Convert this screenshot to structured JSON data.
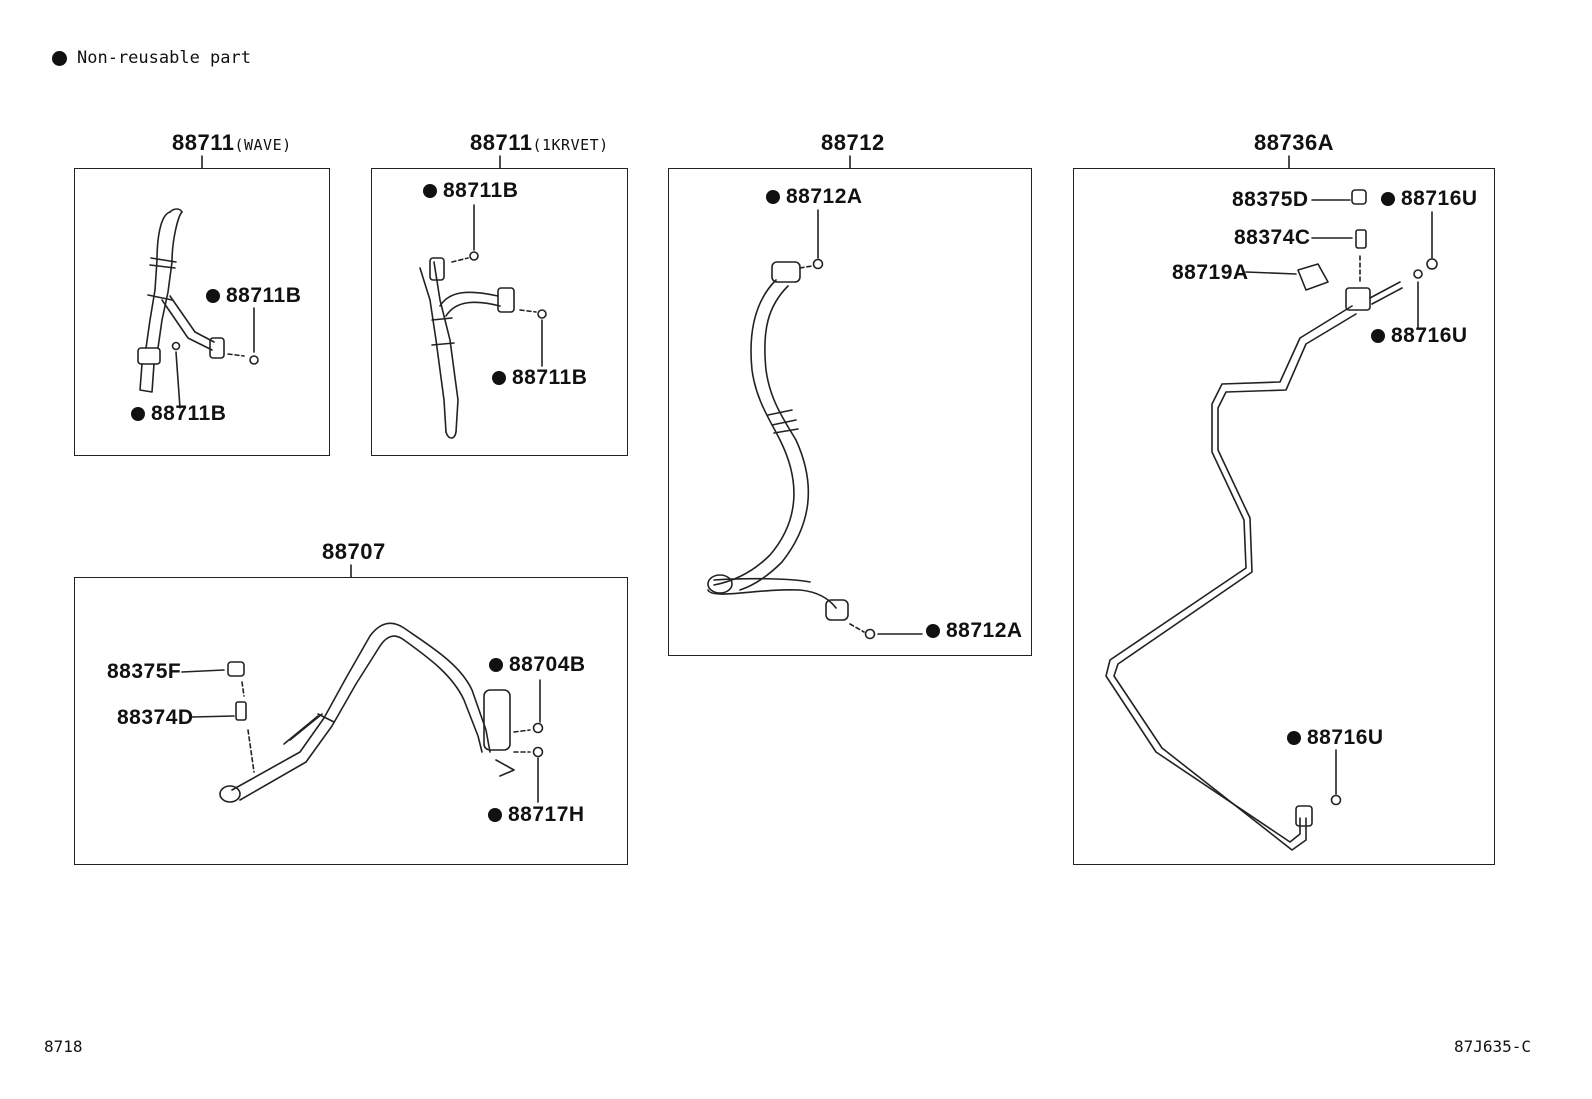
{
  "legend": {
    "text": "Non-reusable part"
  },
  "groups": [
    {
      "id": "g1",
      "title": "88711",
      "suffix": "(WAVE)"
    },
    {
      "id": "g2",
      "title": "88711",
      "suffix": "(1KRVET)"
    },
    {
      "id": "g3",
      "title": "88712",
      "suffix": ""
    },
    {
      "id": "g4",
      "title": "88736A",
      "suffix": ""
    },
    {
      "id": "g5",
      "title": "88707",
      "suffix": ""
    }
  ],
  "labels": {
    "g1_a": "88711B",
    "g1_b": "88711B",
    "g2_a": "88711B",
    "g2_b": "88711B",
    "g3_a": "88712A",
    "g3_b": "88712A",
    "g4_a": "88375D",
    "g4_b": "88374C",
    "g4_c": "88719A",
    "g4_d": "88716U",
    "g4_e": "88716U",
    "g4_f": "88716U",
    "g5_a": "88375F",
    "g5_b": "88374D",
    "g5_c": "88704B",
    "g5_d": "88717H"
  },
  "footer": {
    "left": "8718",
    "right": "87J635-C"
  }
}
